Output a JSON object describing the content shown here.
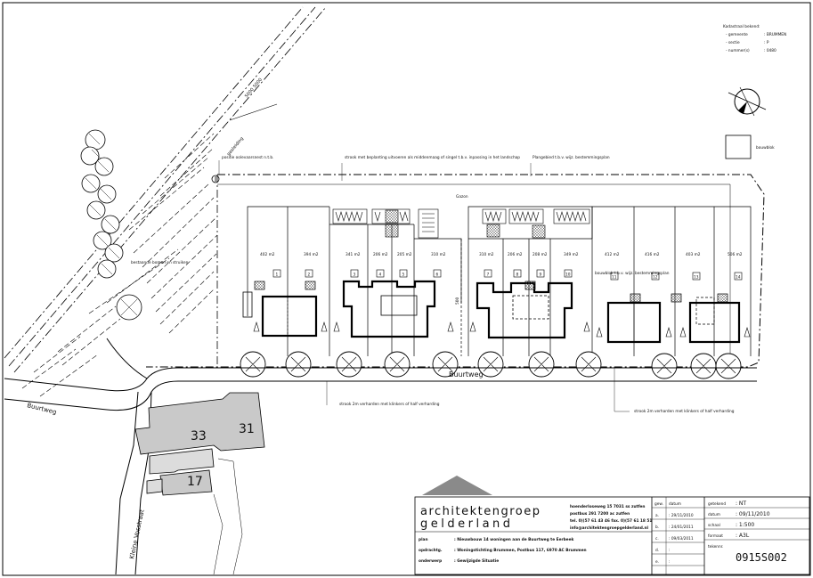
{
  "cadastral": {
    "title": "Kadastraal bekend:",
    "rows": [
      {
        "label": "- gemeente",
        "value": ": BRUMMEN"
      },
      {
        "label": "- sectie",
        "value": ": P"
      },
      {
        "label": "- nummer(s)",
        "value": ": 0480"
      }
    ]
  },
  "legend": {
    "bouwblok": "bouwblok"
  },
  "labels": {
    "gasleiding": "gasleiding",
    "gasleiding_distance": "5000 5000",
    "paalpositie": "positie oolevaarsnest n.t.b.",
    "strook_beplanting": "strook met beplanting uitvoeren als middenmaag of singel t.b.v. inpassing in het landschap",
    "plangebied": "Plangebied t.b.v. wijz. bestemmingsplan",
    "gazon": "Gazon",
    "bouwblok_tbv": "bouwblok t.b.v. wijz. bestemmingsplan",
    "bestaande_bomen": "bestaande bomen en struiken",
    "strook_verharden_left": "strook 2m verharden met klinkers of half verharding",
    "strook_verharden_right": "strook 2m verharden met klinkers of half verharding",
    "buurtweg_road": "Buurtweg",
    "buurtweg_left": "Buurtweg",
    "kleine_vosstraat": "Kleine Vosstraat",
    "road_mid": "500"
  },
  "buildings_existing": {
    "n33": "33",
    "n31": "31",
    "n17": "17"
  },
  "plots": [
    {
      "num": "1",
      "area": "402 m2"
    },
    {
      "num": "2",
      "area": "394 m2"
    },
    {
      "num": "3",
      "area": "341 m2"
    },
    {
      "num": "4",
      "area": "206 m2"
    },
    {
      "num": "5",
      "area": "205 m2"
    },
    {
      "num": "6",
      "area": "310 m2"
    },
    {
      "num": "7",
      "area": "310 m2"
    },
    {
      "num": "8",
      "area": "206 m2"
    },
    {
      "num": "9",
      "area": "208 m2"
    },
    {
      "num": "10",
      "area": "349 m2"
    },
    {
      "num": "11",
      "area": "412 m2"
    },
    {
      "num": "12",
      "area": "416 m2"
    },
    {
      "num": "13",
      "area": "403 m2"
    },
    {
      "num": "14",
      "area": "506 m2"
    }
  ],
  "titleblock": {
    "firm_line1": "architektengroep",
    "firm_line2": "gelderland",
    "address": [
      "hoenderloseweg 15   7031 ss zutfen",
      "postbus 291          7200 ac zutfen",
      "tel. 0)(57 61 43 46   fax. 0)(57 61 18 51",
      "info@architektengroepgelderland.nl"
    ],
    "rows": [
      {
        "label": "plan",
        "value": ": Nieuwbouw 14 woningen aan de Buurtweg te Eerbeek"
      },
      {
        "label": "opdrachtg.",
        "value": ": Woningstichting Brummen, Postbus 117, 6970 AC Brummen"
      },
      {
        "label": "onderwerp",
        "value": ": Gewijzigde Situatie"
      }
    ],
    "wijz_header": {
      "col1": "gew.",
      "col2": "datum"
    },
    "wijz": [
      {
        "letter": "a.",
        "date": ": 29/11/2010"
      },
      {
        "letter": "b.",
        "date": ": 24/01/2011"
      },
      {
        "letter": "c.",
        "date": ": 09/03/2011"
      },
      {
        "letter": "d.",
        "date": ":"
      },
      {
        "letter": "e.",
        "date": ":"
      }
    ],
    "meta": [
      {
        "label": "getekend",
        "value": ": NT"
      },
      {
        "label": "datum",
        "value": ": 09/11/2010"
      },
      {
        "label": "schaal",
        "value": ": 1:500"
      },
      {
        "label": "formaat",
        "value": ": A3L"
      },
      {
        "label": "tekennr.",
        "value": ""
      }
    ],
    "drawing_number": "0915S002"
  }
}
